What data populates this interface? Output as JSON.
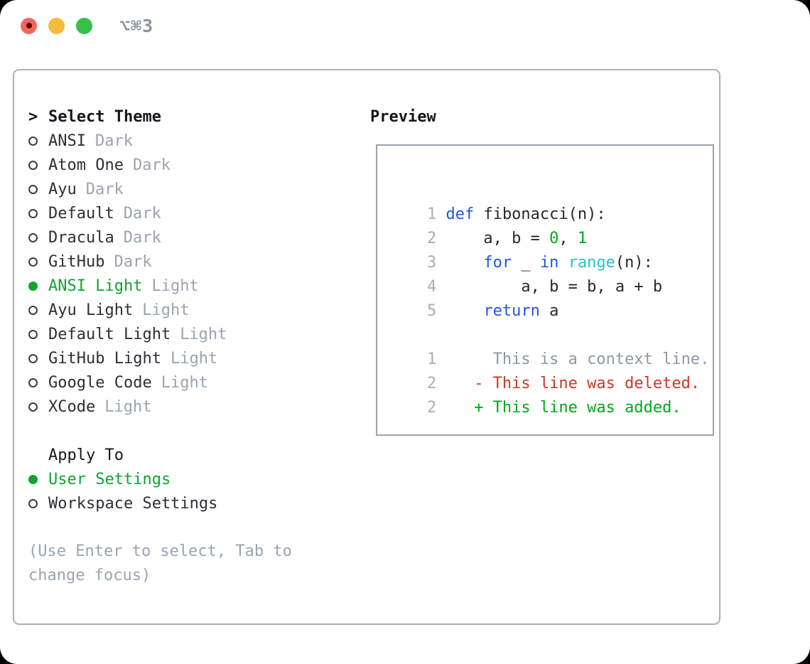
{
  "window": {
    "title": "⌥⌘3",
    "controls": [
      "close-icon",
      "minimize-icon",
      "zoom-icon"
    ]
  },
  "theme_picker": {
    "prompt": ">",
    "header": "Select Theme",
    "items": [
      {
        "name": "ANSI",
        "variant": "Dark",
        "selected": false
      },
      {
        "name": "Atom One",
        "variant": "Dark",
        "selected": false
      },
      {
        "name": "Ayu",
        "variant": "Dark",
        "selected": false
      },
      {
        "name": "Default",
        "variant": "Dark",
        "selected": false
      },
      {
        "name": "Dracula",
        "variant": "Dark",
        "selected": false
      },
      {
        "name": "GitHub",
        "variant": "Dark",
        "selected": false
      },
      {
        "name": "ANSI Light",
        "variant": "Light",
        "selected": true
      },
      {
        "name": "Ayu Light",
        "variant": "Light",
        "selected": false
      },
      {
        "name": "Default Light",
        "variant": "Light",
        "selected": false
      },
      {
        "name": "GitHub Light",
        "variant": "Light",
        "selected": false
      },
      {
        "name": "Google Code",
        "variant": "Light",
        "selected": false
      },
      {
        "name": "XCode",
        "variant": "Light",
        "selected": false
      }
    ]
  },
  "apply_to": {
    "header": "Apply To",
    "options": [
      {
        "label": "User Settings",
        "selected": true
      },
      {
        "label": "Workspace Settings",
        "selected": false
      }
    ]
  },
  "help_text": "(Use Enter to select, Tab to change focus)",
  "preview": {
    "title": "Preview",
    "lines": [
      {
        "number": "1",
        "tokens": [
          {
            "t": "def",
            "c": "keyword"
          },
          {
            "t": " fibonacci(n):",
            "c": "plain"
          }
        ]
      },
      {
        "number": "2",
        "tokens": [
          {
            "t": "    a, b = ",
            "c": "plain"
          },
          {
            "t": "0",
            "c": "number"
          },
          {
            "t": ", ",
            "c": "plain"
          },
          {
            "t": "1",
            "c": "number"
          }
        ]
      },
      {
        "number": "3",
        "tokens": [
          {
            "t": "    ",
            "c": "plain"
          },
          {
            "t": "for",
            "c": "keyword"
          },
          {
            "t": " _ ",
            "c": "plain"
          },
          {
            "t": "in",
            "c": "keyword"
          },
          {
            "t": " ",
            "c": "plain"
          },
          {
            "t": "range",
            "c": "builtin"
          },
          {
            "t": "(n):",
            "c": "plain"
          }
        ]
      },
      {
        "number": "4",
        "tokens": [
          {
            "t": "        a, b = b, a + b",
            "c": "plain"
          }
        ]
      },
      {
        "number": "5",
        "tokens": [
          {
            "t": "    ",
            "c": "plain"
          },
          {
            "t": "return",
            "c": "keyword"
          },
          {
            "t": " a",
            "c": "plain"
          }
        ]
      },
      {
        "number": "",
        "tokens": []
      },
      {
        "number": "1",
        "tokens": [
          {
            "t": "     This is a context line.",
            "c": "context"
          }
        ]
      },
      {
        "number": "2",
        "tokens": [
          {
            "t": "   - This line was deleted.",
            "c": "deleted"
          }
        ]
      },
      {
        "number": "2",
        "tokens": [
          {
            "t": "   + This line was added.",
            "c": "added"
          }
        ]
      }
    ]
  },
  "colors": {
    "ui_green": "#0fa52f",
    "code_blue": "#1f57dd",
    "code_cyan": "#25c5c7",
    "code_green": "#00ab19",
    "code_red": "#cb3929",
    "panel_border": "#aab2bb",
    "preview_border": "#9aa3ad",
    "text_muted": "#9aa4b1"
  }
}
